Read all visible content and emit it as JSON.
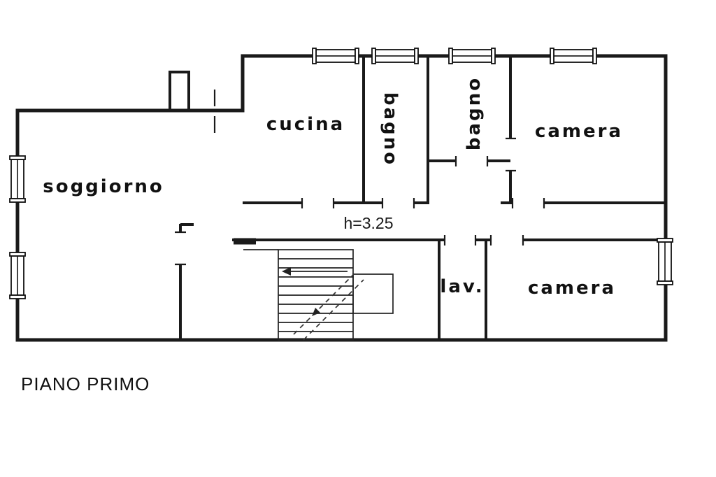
{
  "floor_plan": {
    "title": "PIANO PRIMO",
    "height_note": "h=3.25",
    "rooms": {
      "soggiorno": "soggiorno",
      "cucina": "cucina",
      "bagno_top": "bagno",
      "bagno_mid": "bagno",
      "camera_top": "camera",
      "camera_bottom": "camera",
      "lav": "lav."
    },
    "colors": {
      "wall": "#1a1a1a",
      "background": "#ffffff"
    }
  }
}
